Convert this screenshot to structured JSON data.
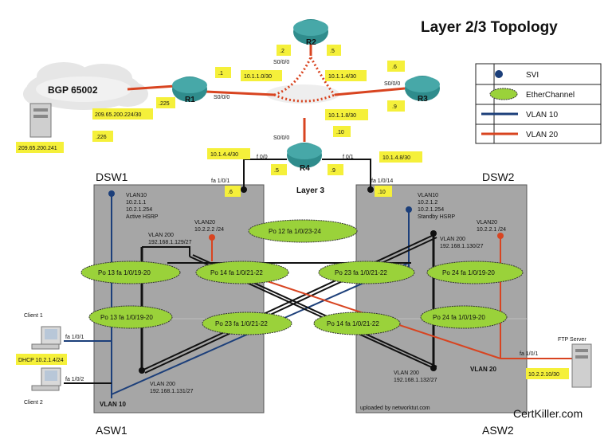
{
  "title": "Layer 2/3 Topology",
  "legend": {
    "svi": "SVI",
    "etherchannel": "EtherChannel",
    "vlan10": "VLAN 10",
    "vlan20": "VLAN  20"
  },
  "cloud": {
    "label": "BGP 65002"
  },
  "routers": {
    "r1": "R1",
    "r2": "R2",
    "r3": "R3",
    "r4": "R4"
  },
  "layer3": "Layer 3",
  "switches": {
    "dsw1": "DSW1",
    "dsw2": "DSW2",
    "asw1": "ASW1",
    "asw2": "ASW2"
  },
  "links": {
    "r1_r2_net": "10.1.1.0/30",
    "r2_r3_net": "10.1.1.4/30",
    "r3_r4_net": "10.1.1.8/30",
    "isp_net": "209.65.200.224/30",
    "r4_dsw1_net": "10.1.4.4/30",
    "r4_dsw2_net": "10.1.4.8/30",
    "s000": "S0/0/0",
    "f00": "f 0/0",
    "f01": "f 0/1",
    "fa101": "fa 1/0/1",
    "fa1014": "fa 1/0/14",
    "fa102": "fa 1/0/2"
  },
  "octets": {
    "r2_left": ".2",
    "r2_right": ".5",
    "r1": ".1",
    "r1_isp": ".225",
    "isp": ".226",
    "r3_left": ".6",
    "r3_down": ".9",
    "r4_up": ".10",
    "r4_left": ".5",
    "r4_right": ".9",
    "dsw1_up": ".6",
    "dsw2_up": ".10"
  },
  "server": {
    "ip": "209.65.200.241"
  },
  "dsw1": {
    "vlan10": [
      "VLAN10",
      "10.2.1.1",
      "10.2.1.254",
      "Active HSRP"
    ],
    "vlan20": [
      "VLAN20",
      "10.2.2.2 /24"
    ],
    "vlan200": [
      "VLAN 200",
      "192.168.1.129/27"
    ]
  },
  "dsw2": {
    "vlan10": [
      "VLAN10",
      "10.2.1.2",
      "10.2.1.254",
      "Standby HSRP"
    ],
    "vlan20": [
      "VLAN20",
      "10.2.2.1 /24"
    ],
    "vlan200": [
      "VLAN 200",
      "192.168.1.130/27"
    ]
  },
  "asw1": {
    "vlan200": [
      "VLAN 200",
      "192.168.1.131/27"
    ],
    "vlan10": "VLAN 10"
  },
  "asw2": {
    "vlan200": [
      "VLAN 200",
      "192.168.1.132/27"
    ],
    "vlan20": "VLAN 20",
    "uploaded": "uploaded by networktut.com"
  },
  "etherchannels": {
    "po12": "Po 12  fa 1/0/23-24",
    "po13a": "Po 13  fa 1/0/19-20",
    "po14a": "Po 14  fa 1/0/21-22",
    "po23a": "Po 23  fa 1/0/21-22",
    "po24a": "Po 24  fa 1/0/19-20",
    "po13b": "Po 13  fa 1/0/19-20",
    "po23b": "Po 23  fa 1/0/21-22",
    "po14b": "Po 14  fa 1/0/21-22",
    "po24b": "Po 24  fa 1/0/19-20"
  },
  "clients": {
    "client1": "Client 1",
    "client2": "Client 2",
    "dhcp": "DHCP 10.2.1.4/24",
    "ftp": "FTP Server",
    "ftp_ip": "10.2.2.10/30"
  },
  "watermark": "CertKiller.com",
  "colors": {
    "vlan10": "#1c3f7a",
    "vlan20": "#d84420",
    "etherchannel": "#9ad23a",
    "label": "#f5f03a",
    "switchbox": "#a6a6a6",
    "router": "#2f8c8c"
  }
}
